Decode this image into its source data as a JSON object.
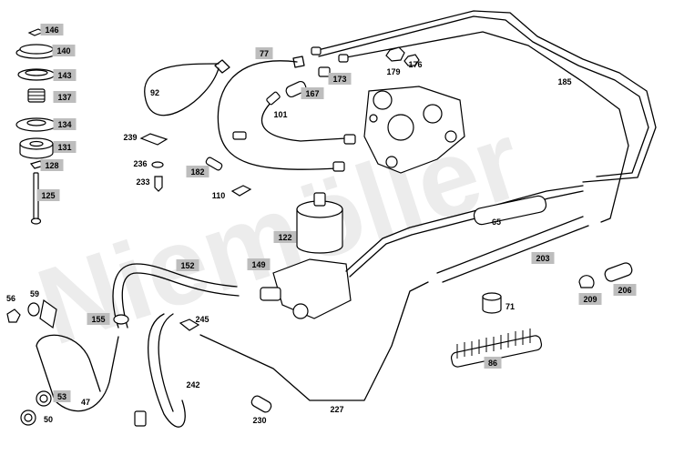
{
  "parts": [
    {
      "id": "p146",
      "label": "146",
      "boxed": true
    },
    {
      "id": "p140",
      "label": "140",
      "boxed": true
    },
    {
      "id": "p143",
      "label": "143",
      "boxed": true
    },
    {
      "id": "p137",
      "label": "137",
      "boxed": true
    },
    {
      "id": "p134",
      "label": "134",
      "boxed": true
    },
    {
      "id": "p131",
      "label": "131",
      "boxed": true
    },
    {
      "id": "p128",
      "label": "128",
      "boxed": true
    },
    {
      "id": "p125",
      "label": "125",
      "boxed": true
    },
    {
      "id": "p77",
      "label": "77",
      "boxed": true
    },
    {
      "id": "p92",
      "label": "92",
      "boxed": false
    },
    {
      "id": "p167",
      "label": "167",
      "boxed": true
    },
    {
      "id": "p173",
      "label": "173",
      "boxed": true
    },
    {
      "id": "p179",
      "label": "179",
      "boxed": false
    },
    {
      "id": "p176",
      "label": "176",
      "boxed": false
    },
    {
      "id": "p185",
      "label": "185",
      "boxed": false
    },
    {
      "id": "p101",
      "label": "101",
      "boxed": false
    },
    {
      "id": "p239",
      "label": "239",
      "boxed": false
    },
    {
      "id": "p236",
      "label": "236",
      "boxed": false
    },
    {
      "id": "p182",
      "label": "182",
      "boxed": true
    },
    {
      "id": "p233",
      "label": "233",
      "boxed": false
    },
    {
      "id": "p110",
      "label": "110",
      "boxed": false
    },
    {
      "id": "p65",
      "label": "65",
      "boxed": false
    },
    {
      "id": "p122",
      "label": "122",
      "boxed": true
    },
    {
      "id": "p152",
      "label": "152",
      "boxed": true
    },
    {
      "id": "p149",
      "label": "149",
      "boxed": true
    },
    {
      "id": "p203",
      "label": "203",
      "boxed": true
    },
    {
      "id": "p56",
      "label": "56",
      "boxed": false
    },
    {
      "id": "p59",
      "label": "59",
      "boxed": false
    },
    {
      "id": "p155",
      "label": "155",
      "boxed": true
    },
    {
      "id": "p245",
      "label": "245",
      "boxed": false
    },
    {
      "id": "p71",
      "label": "71",
      "boxed": false
    },
    {
      "id": "p209",
      "label": "209",
      "boxed": true
    },
    {
      "id": "p206",
      "label": "206",
      "boxed": true
    },
    {
      "id": "p86",
      "label": "86",
      "boxed": true
    },
    {
      "id": "p53",
      "label": "53",
      "boxed": true
    },
    {
      "id": "p47",
      "label": "47",
      "boxed": false
    },
    {
      "id": "p242",
      "label": "242",
      "boxed": false
    },
    {
      "id": "p50",
      "label": "50",
      "boxed": false
    },
    {
      "id": "p230",
      "label": "230",
      "boxed": false
    },
    {
      "id": "p227",
      "label": "227",
      "boxed": false
    }
  ],
  "watermark": "Niemöller"
}
